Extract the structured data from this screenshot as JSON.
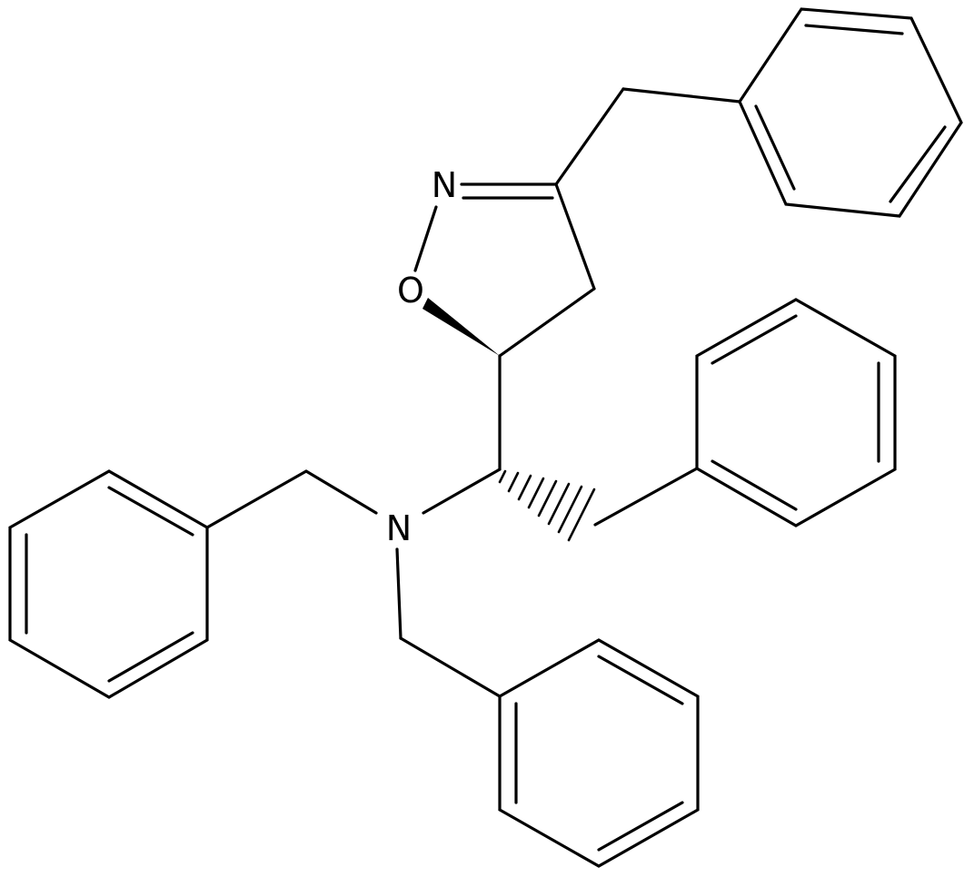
{
  "atom_labels": {
    "N_ring": "N",
    "O_ring": "O",
    "N_amine": "N"
  },
  "colors": {
    "bond": "#000000",
    "background": "#ffffff"
  }
}
